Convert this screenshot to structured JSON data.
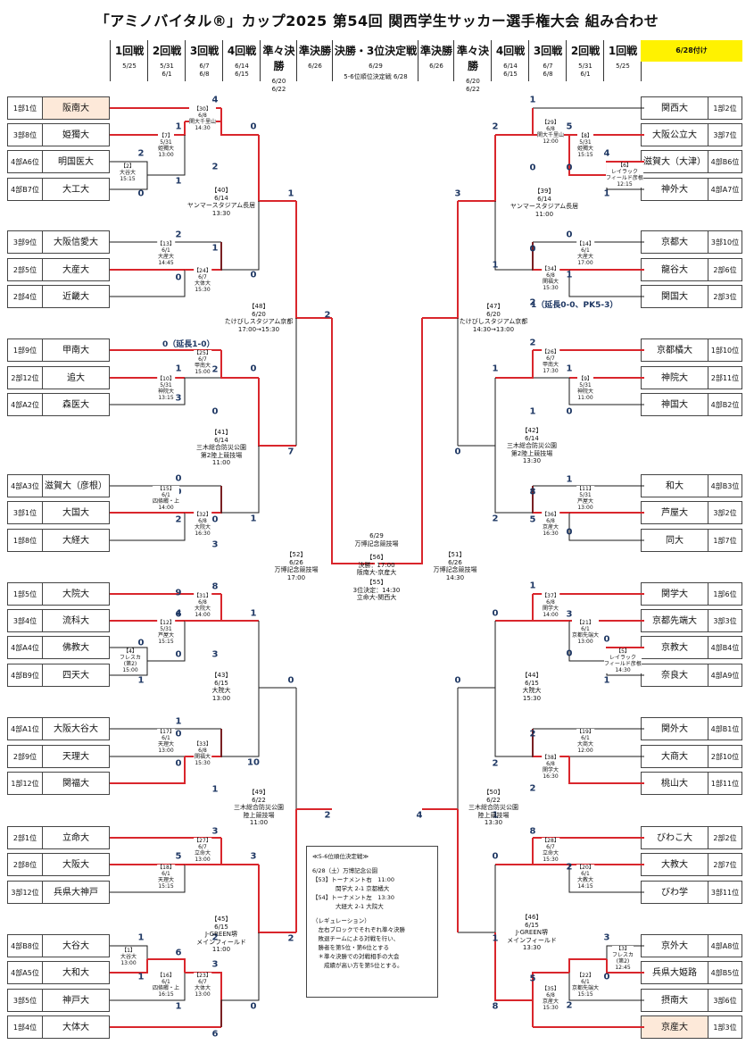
{
  "title": "「アミノバイタル®」カップ2025  第54回  関西学生サッカー選手権大会  組み合わせ",
  "date_badge": "6/28付け",
  "rounds_left": [
    {
      "name": "1回戦",
      "date": "5/25"
    },
    {
      "name": "2回戦",
      "date": "5/31\n6/1"
    },
    {
      "name": "3回戦",
      "date": "6/7\n6/8"
    },
    {
      "name": "4回戦",
      "date": "6/14\n6/15"
    },
    {
      "name": "準々決勝",
      "date": "6/20\n6/22"
    },
    {
      "name": "準決勝",
      "date": "6/26"
    }
  ],
  "final_header": {
    "name": "決勝・3位決定戦",
    "date": "6/29",
    "sub": "5-6位順位決定戦  6/28"
  },
  "rounds_right": [
    {
      "name": "準決勝",
      "date": "6/26"
    },
    {
      "name": "準々決勝",
      "date": "6/20\n6/22"
    },
    {
      "name": "4回戦",
      "date": "6/14\n6/15"
    },
    {
      "name": "3回戦",
      "date": "6/7\n6/8"
    },
    {
      "name": "2回戦",
      "date": "5/31\n6/1"
    },
    {
      "name": "1回戦",
      "date": "5/25"
    }
  ],
  "left_teams": [
    {
      "seed": "1部1位",
      "name": "阪南大",
      "hl": true
    },
    {
      "seed": "3部8位",
      "name": "姫獨大"
    },
    {
      "seed": "4部A6位",
      "name": "明国医大"
    },
    {
      "seed": "4部B7位",
      "name": "大工大"
    },
    {
      "seed": "3部9位",
      "name": "大阪信愛大"
    },
    {
      "seed": "2部5位",
      "name": "大産大"
    },
    {
      "seed": "2部4位",
      "name": "近畿大"
    },
    {
      "seed": "1部9位",
      "name": "甲南大"
    },
    {
      "seed": "2部12位",
      "name": "追大"
    },
    {
      "seed": "4部A2位",
      "name": "森医大"
    },
    {
      "seed": "4部A3位",
      "name": "滋賀大（彦根）"
    },
    {
      "seed": "3部1位",
      "name": "大国大"
    },
    {
      "seed": "1部8位",
      "name": "大経大"
    },
    {
      "seed": "1部5位",
      "name": "大院大"
    },
    {
      "seed": "3部4位",
      "name": "流科大"
    },
    {
      "seed": "4部A4位",
      "name": "佛教大"
    },
    {
      "seed": "4部B9位",
      "name": "四天大"
    },
    {
      "seed": "4部A1位",
      "name": "大阪大谷大"
    },
    {
      "seed": "2部9位",
      "name": "天理大"
    },
    {
      "seed": "1部12位",
      "name": "関福大"
    },
    {
      "seed": "2部1位",
      "name": "立命大"
    },
    {
      "seed": "2部8位",
      "name": "大阪大"
    },
    {
      "seed": "3部12位",
      "name": "兵県大神戸"
    },
    {
      "seed": "4部B8位",
      "name": "大谷大"
    },
    {
      "seed": "4部A5位",
      "name": "大和大"
    },
    {
      "seed": "3部5位",
      "name": "神戸大"
    },
    {
      "seed": "1部4位",
      "name": "大体大"
    }
  ],
  "right_teams": [
    {
      "seed": "1部2位",
      "name": "関西大"
    },
    {
      "seed": "3部7位",
      "name": "大阪公立大"
    },
    {
      "seed": "4部B6位",
      "name": "滋賀大（大津）"
    },
    {
      "seed": "4部A7位",
      "name": "神外大"
    },
    {
      "seed": "3部10位",
      "name": "京都大"
    },
    {
      "seed": "2部6位",
      "name": "龍谷大"
    },
    {
      "seed": "2部3位",
      "name": "関国大"
    },
    {
      "seed": "1部10位",
      "name": "京都橘大"
    },
    {
      "seed": "2部11位",
      "name": "神院大"
    },
    {
      "seed": "4部B2位",
      "name": "神国大"
    },
    {
      "seed": "4部B3位",
      "name": "和大"
    },
    {
      "seed": "3部2位",
      "name": "芦屋大"
    },
    {
      "seed": "1部7位",
      "name": "同大"
    },
    {
      "seed": "1部6位",
      "name": "関学大"
    },
    {
      "seed": "3部3位",
      "name": "京都先端大"
    },
    {
      "seed": "4部B4位",
      "name": "京教大"
    },
    {
      "seed": "4部A9位",
      "name": "奈良大"
    },
    {
      "seed": "4部B1位",
      "name": "関外大"
    },
    {
      "seed": "2部10位",
      "name": "大商大"
    },
    {
      "seed": "1部11位",
      "name": "桃山大"
    },
    {
      "seed": "2部2位",
      "name": "びわこ大"
    },
    {
      "seed": "2部7位",
      "name": "大教大"
    },
    {
      "seed": "3部11位",
      "name": "びわ学"
    },
    {
      "seed": "4部A8位",
      "name": "京外大"
    },
    {
      "seed": "4部B5位",
      "name": "兵県大姫路"
    },
    {
      "seed": "3部6位",
      "name": "摂南大"
    },
    {
      "seed": "1部3位",
      "name": "京産大",
      "hl": true
    }
  ],
  "scores": [
    "4",
    "1",
    "2",
    "0",
    "1",
    "2",
    "0",
    "1",
    "2",
    "0",
    "1",
    "0",
    "2",
    "1",
    "3",
    "2",
    "0",
    "7",
    "0",
    "0",
    "0",
    "2",
    "0",
    "1",
    "9",
    "6",
    "3",
    "8",
    "4",
    "1",
    "0",
    "0",
    "1",
    "0",
    "3",
    "1",
    "0",
    "10",
    "0",
    "1",
    "3",
    "5",
    "3",
    "2",
    "2",
    "1",
    "1",
    "6",
    "3",
    "1",
    "0",
    "6",
    "2",
    "1",
    "2",
    "3",
    "5",
    "4",
    "0",
    "0",
    "1",
    "0",
    "0",
    "1",
    "1",
    "2",
    "2",
    "1",
    "1",
    "0",
    "1",
    "0",
    "1",
    "8",
    "5",
    "2",
    "0",
    "1",
    "0",
    "3",
    "0",
    "0",
    "1",
    "0",
    "2",
    "2",
    "2",
    "1",
    "4",
    "8",
    "0",
    "2",
    "1",
    "3",
    "0",
    "5",
    "2",
    "8"
  ],
  "notes": {
    "n25": "0（延長1-0）",
    "n34": "1（延長0-0、PK5-3）"
  },
  "matches": [
    "【30】\n6/8\n関大千里山\n14:30",
    "【7】\n5/31\n姫獨大\n13:00",
    "【2】\n大谷大\n15:15",
    "【40】\n6/14\nヤンマースタジアム長居\n13:30",
    "【13】\n6/1\n大産大\n14:45",
    "【24】\n6/7\n大体大\n15:30",
    "【48】\n6/20\nたけびしスタジアム京都\n17:00→15:30",
    "【25】\n6/7\n甲南大\n15:00",
    "【10】\n5/31\n神院大\n13:15",
    "【41】\n6/14\n三木総合防災公園\n第2陸上競技場\n11:00",
    "【15】\n6/1\n四條畷・上\n14:00",
    "【32】\n6/8\n大院大\n16:30",
    "【52】\n6/26\n万博記念競技場\n17:00",
    "【31】\n6/8\n大院大\n14:00",
    "【12】\n5/31\n芦屋大\n15:15",
    "【4】\nフレスカ\n(第2)\n15:00",
    "【43】\n6/15\n大院大\n13:00",
    "【17】\n6/1\n天理大\n13:00",
    "【33】\n6/8\n関福大\n15:30",
    "【49】\n6/22\n三木総合防災公園\n陸上競技場\n11:00",
    "【27】\n6/7\n立命大\n13:00",
    "【18】\n6/1\n天理大\n15:15",
    "【45】\n6/15\nJ-GREEN堺\nメインフィールド\n11:00",
    "【1】\n大谷大\n13:00",
    "【16】\n6/1\n四條畷・上\n16:15",
    "【23】\n6/7\n大体大\n13:00",
    "【29】\n6/8\n関大千里山\n12:00",
    "【8】\n5/31\n姫獨大\n15:15",
    "【6】\nレイラック\nフィールド彦根\n12:15",
    "【39】\n6/14\nヤンマースタジアム長居\n11:00",
    "【14】\n6/1\n大産大\n17:00",
    "【34】\n6/8\n関福大\n15:30",
    "【47】\n6/20\nたけびしスタジアム京都\n14:30→13:00",
    "【26】\n6/7\n甲南大\n17:30",
    "【9】\n5/31\n神院大\n11:00",
    "【42】\n6/14\n三木総合防災公園\n第2陸上競技場\n13:30",
    "【11】\n5/31\n芦屋大\n13:00",
    "【36】\n6/8\n京産大\n16:30",
    "【51】\n6/26\n万博記念競技場\n14:30",
    "【37】\n6/8\n関学大\n14:00",
    "【21】\n6/1\n京都先端大\n13:00",
    "【5】\nレイラック\nフィールド彦根\n14:30",
    "【44】\n6/15\n大院大\n15:30",
    "【19】\n6/1\n大商大\n12:00",
    "【38】\n6/8\n関学大\n16:30",
    "【50】\n6/22\n三木総合防災公園\n陸上競技場\n13:30",
    "【28】\n6/7\n立命大\n15:30",
    "【20】\n6/1\n大教大\n14:15",
    "【46】\n6/15\nJ-GREEN堺\nメインフィールド\n13:30",
    "【3】\nフレスカ\n(第2)\n12:45",
    "【22】\n6/1\n京都先端大\n15:15",
    "【35】\n6/8\n京産大\n15:30",
    "6/29\n万博記念競技場",
    "【56】\n決勝：17:00\n阪南大-京産大",
    "【55】\n3位決定：14:30\n立命大-関西大"
  ],
  "notebox": [
    "≪5-6位順位決定戦≫",
    "",
    "6/28（土）万博記念公園",
    "【53】トーナメント右　11:00",
    "　　　　関学大 2-1 京都橘大",
    "【54】トーナメント左　13:30",
    "　　　　大経大 2-1 大院大",
    "",
    "（レギュレーション）",
    "　左右ブロックでそれぞれ準々決勝",
    "　敗退チームによる対戦を行い、",
    "　勝者を第5位・第6位とする",
    "　＊準々決勝での対戦相手の大会",
    "　　成績が高い方を第5位とする。"
  ]
}
